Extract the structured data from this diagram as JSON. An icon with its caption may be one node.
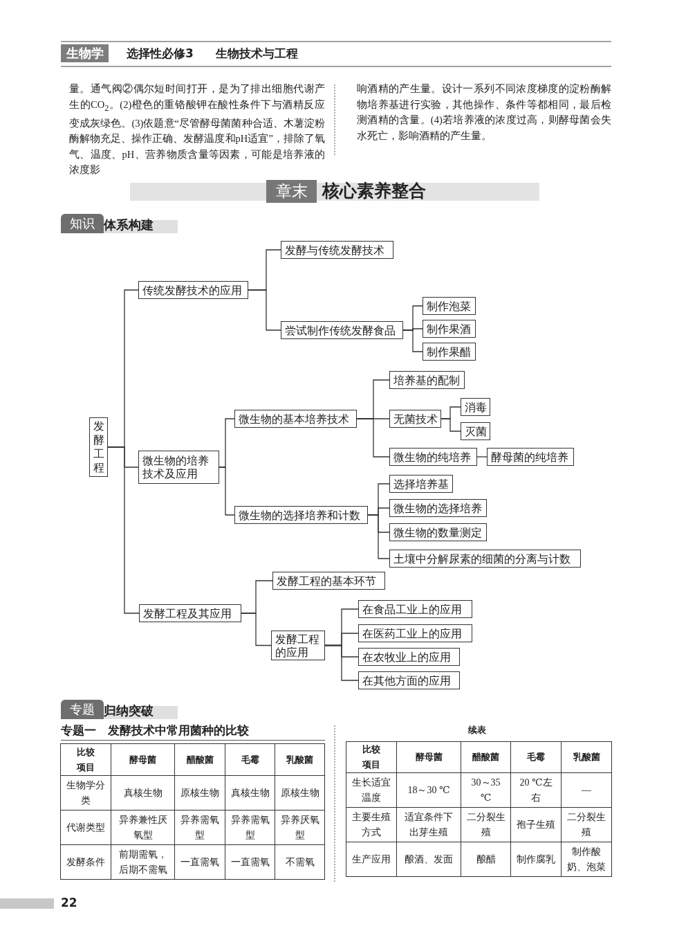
{
  "diagram": {
    "nodes": [
      {
        "text": [
          "发酵工程"
        ]
      },
      {
        "text": [
          "传统发酵技术的应用"
        ]
      },
      {
        "text": [
          "发酵与传统发酵技术"
        ]
      },
      {
        "text": [
          "尝试制作传统发酵食品"
        ]
      },
      {
        "text": [
          "制作泡菜"
        ]
      },
      {
        "text": [
          "制作果酒"
        ]
      },
      {
        "text": [
          "制作果醋"
        ]
      },
      {
        "text": [
          "微生物的培养技术及应用"
        ]
      },
      {
        "text": [
          "微生物的基本培养技术"
        ]
      },
      {
        "text": [
          "培养基的配制"
        ]
      },
      {
        "text": [
          "无菌技术"
        ]
      },
      {
        "text": [
          "消毒"
        ]
      },
      {
        "text": [
          "灭菌"
        ]
      },
      {
        "text": [
          "微生物的纯培养"
        ]
      },
      {
        "text": [
          "酵母菌的纯培养"
        ]
      },
      {
        "text": [
          "微生物的选择培养和计数"
        ]
      },
      {
        "text": [
          "选择培养基"
        ]
      },
      {
        "text": [
          "微生物的选择培养"
        ]
      },
      {
        "text": [
          "微生物的数量测定"
        ]
      },
      {
        "text": [
          "土壤中分解尿素的细菌的分离与计数"
        ]
      },
      {
        "text": [
          "发酵工程及其应用"
        ]
      },
      {
        "text": [
          "发酵工程的基本环节"
        ]
      },
      {
        "text": [
          "发酵工程的应用"
        ]
      },
      {
        "text": [
          "在食品工业上的应用"
        ]
      },
      {
        "text": [
          "在医药工业上的应用"
        ]
      },
      {
        "text": [
          "在农牧业上的应用"
        ]
      },
      {
        "text": [
          "在其他方面的应用"
        ]
      }
    ],
    "edges": [
      {
        "from": 0,
        "to": 1,
        "arrow": "none"
      },
      {
        "from": 0,
        "to": 7,
        "arrow": "none"
      },
      {
        "from": 0,
        "to": 20,
        "arrow": "none"
      },
      {
        "from": 1,
        "to": 2,
        "arrow": "none"
      },
      {
        "from": 1,
        "to": 3,
        "arrow": "none"
      },
      {
        "from": 3,
        "to": 4,
        "arrow": "none"
      },
      {
        "from": 3,
        "to": 5,
        "arrow": "none"
      },
      {
        "from": 3,
        "to": 6,
        "arrow": "none"
      },
      {
        "from": 7,
        "to": 8,
        "arrow": "none"
      },
      {
        "from": 7,
        "to": 15,
        "arrow": "none"
      },
      {
        "from": 8,
        "to": 9,
        "arrow": "none"
      },
      {
        "from": 8,
        "to": 10,
        "arrow": "none"
      },
      {
        "from": 8,
        "to": 13,
        "arrow": "none"
      },
      {
        "from": 10,
        "to": 11,
        "arrow": "none"
      },
      {
        "from": 10,
        "to": 12,
        "arrow": "none"
      },
      {
        "from": 13,
        "to": 14,
        "arrow": "none"
      },
      {
        "from": 15,
        "to": 16,
        "arrow": "none"
      },
      {
        "from": 15,
        "to": 17,
        "arrow": "none"
      },
      {
        "from": 15,
        "to": 18,
        "arrow": "none"
      },
      {
        "from": 15,
        "to": 19,
        "arrow": "none"
      },
      {
        "from": 20,
        "to": 21,
        "arrow": "none"
      },
      {
        "from": 20,
        "to": 22,
        "arrow": "none"
      },
      {
        "from": 22,
        "to": 23,
        "arrow": "none"
      },
      {
        "from": 22,
        "to": 24,
        "arrow": "none"
      },
      {
        "from": 22,
        "to": 25,
        "arrow": "none"
      },
      {
        "from": 22,
        "to": 26,
        "arrow": "none"
      }
    ],
    "labels": [
      "生物学",
      "选择性必修3",
      "生物技术与工程",
      "量。通气阀②偶尔短时间打开，是为了排出细胞代谢产生的CO$_{2}$。(2)橙色的重铬酸钾在酸性条件下与酒精反应变成灰绿色。(3)依题意“尽管酵母菌菌种合适、木薯淀粉酶解物充足、操作正确、发酵温度和pH适宜”，排除了氧气、温度、pH、营养物质含量等因素，可能是培养液的浓度影",
      "响酒精的产生量。设计一系列不同浓度梯度的淀粉酶解物培养基进行实验，其他操作、条件等都相同，最后检测酒精的含量。(4)若培养液的浓度过高，则酵母菌会失水死亡，影响酒精的产生量。",
      "章末",
      "核心素养整合",
      "知识",
      "体系构建",
      "专题",
      "归纳突破",
      "专题一　发酵技术中常用菌种的比较",
      "比较项目",
      "酵母菌",
      "醋酸菌",
      "毛霉",
      "乳酸菌",
      "生物学分类",
      "真核生物",
      "原核生物",
      "真核生物",
      "原核生物",
      "代谢类型",
      "异养兼性厌氧型",
      "异养需氧型",
      "异养需氧型",
      "异养厌氧型",
      "发酵条件",
      "前期需氧，后期不需氧",
      "一直需氧",
      "一直需氧",
      "不需氧",
      "续表",
      "比较项目",
      "酵母菌",
      "醋酸菌",
      "毛霉",
      "乳酸菌",
      "生长适宜温度",
      "18～30 ℃",
      "30～35 ℃",
      "20 ℃左右",
      "—",
      "主要生殖方式",
      "适宜条件下出芽生殖",
      "二分裂生殖",
      "孢子生殖",
      "二分裂生殖",
      "生产应用",
      "酿酒、发面",
      "酿醋",
      "制作腐乳",
      "制作酸奶、泡菜",
      "22"
    ]
  }
}
